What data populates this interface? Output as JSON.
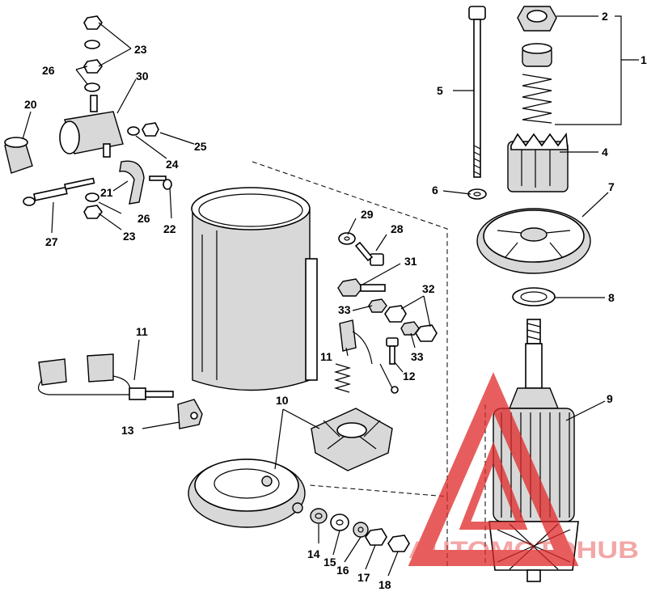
{
  "callouts": {
    "c2": "2",
    "c4": "4",
    "c5": "5",
    "c6": "6",
    "c7": "7",
    "c8": "8",
    "c9": "9",
    "c10": "10",
    "c11a": "11",
    "c11b": "11",
    "c12": "12",
    "c13": "13",
    "c14": "14",
    "c15": "15",
    "c16": "16",
    "c17": "17",
    "c18": "18",
    "c20": "20",
    "c21": "21",
    "c22": "22",
    "c23a": "23",
    "c23b": "23",
    "c24": "24",
    "c25": "25",
    "c26a": "26",
    "c26b": "26",
    "c27": "27",
    "c28": "28",
    "c29": "29",
    "c30": "30",
    "c31": "31",
    "c32": "32",
    "c33a": "33",
    "c33b": "33",
    "c1": "1"
  },
  "watermark": {
    "text": "AUTOMOTOHUB",
    "color": "#e02828"
  }
}
